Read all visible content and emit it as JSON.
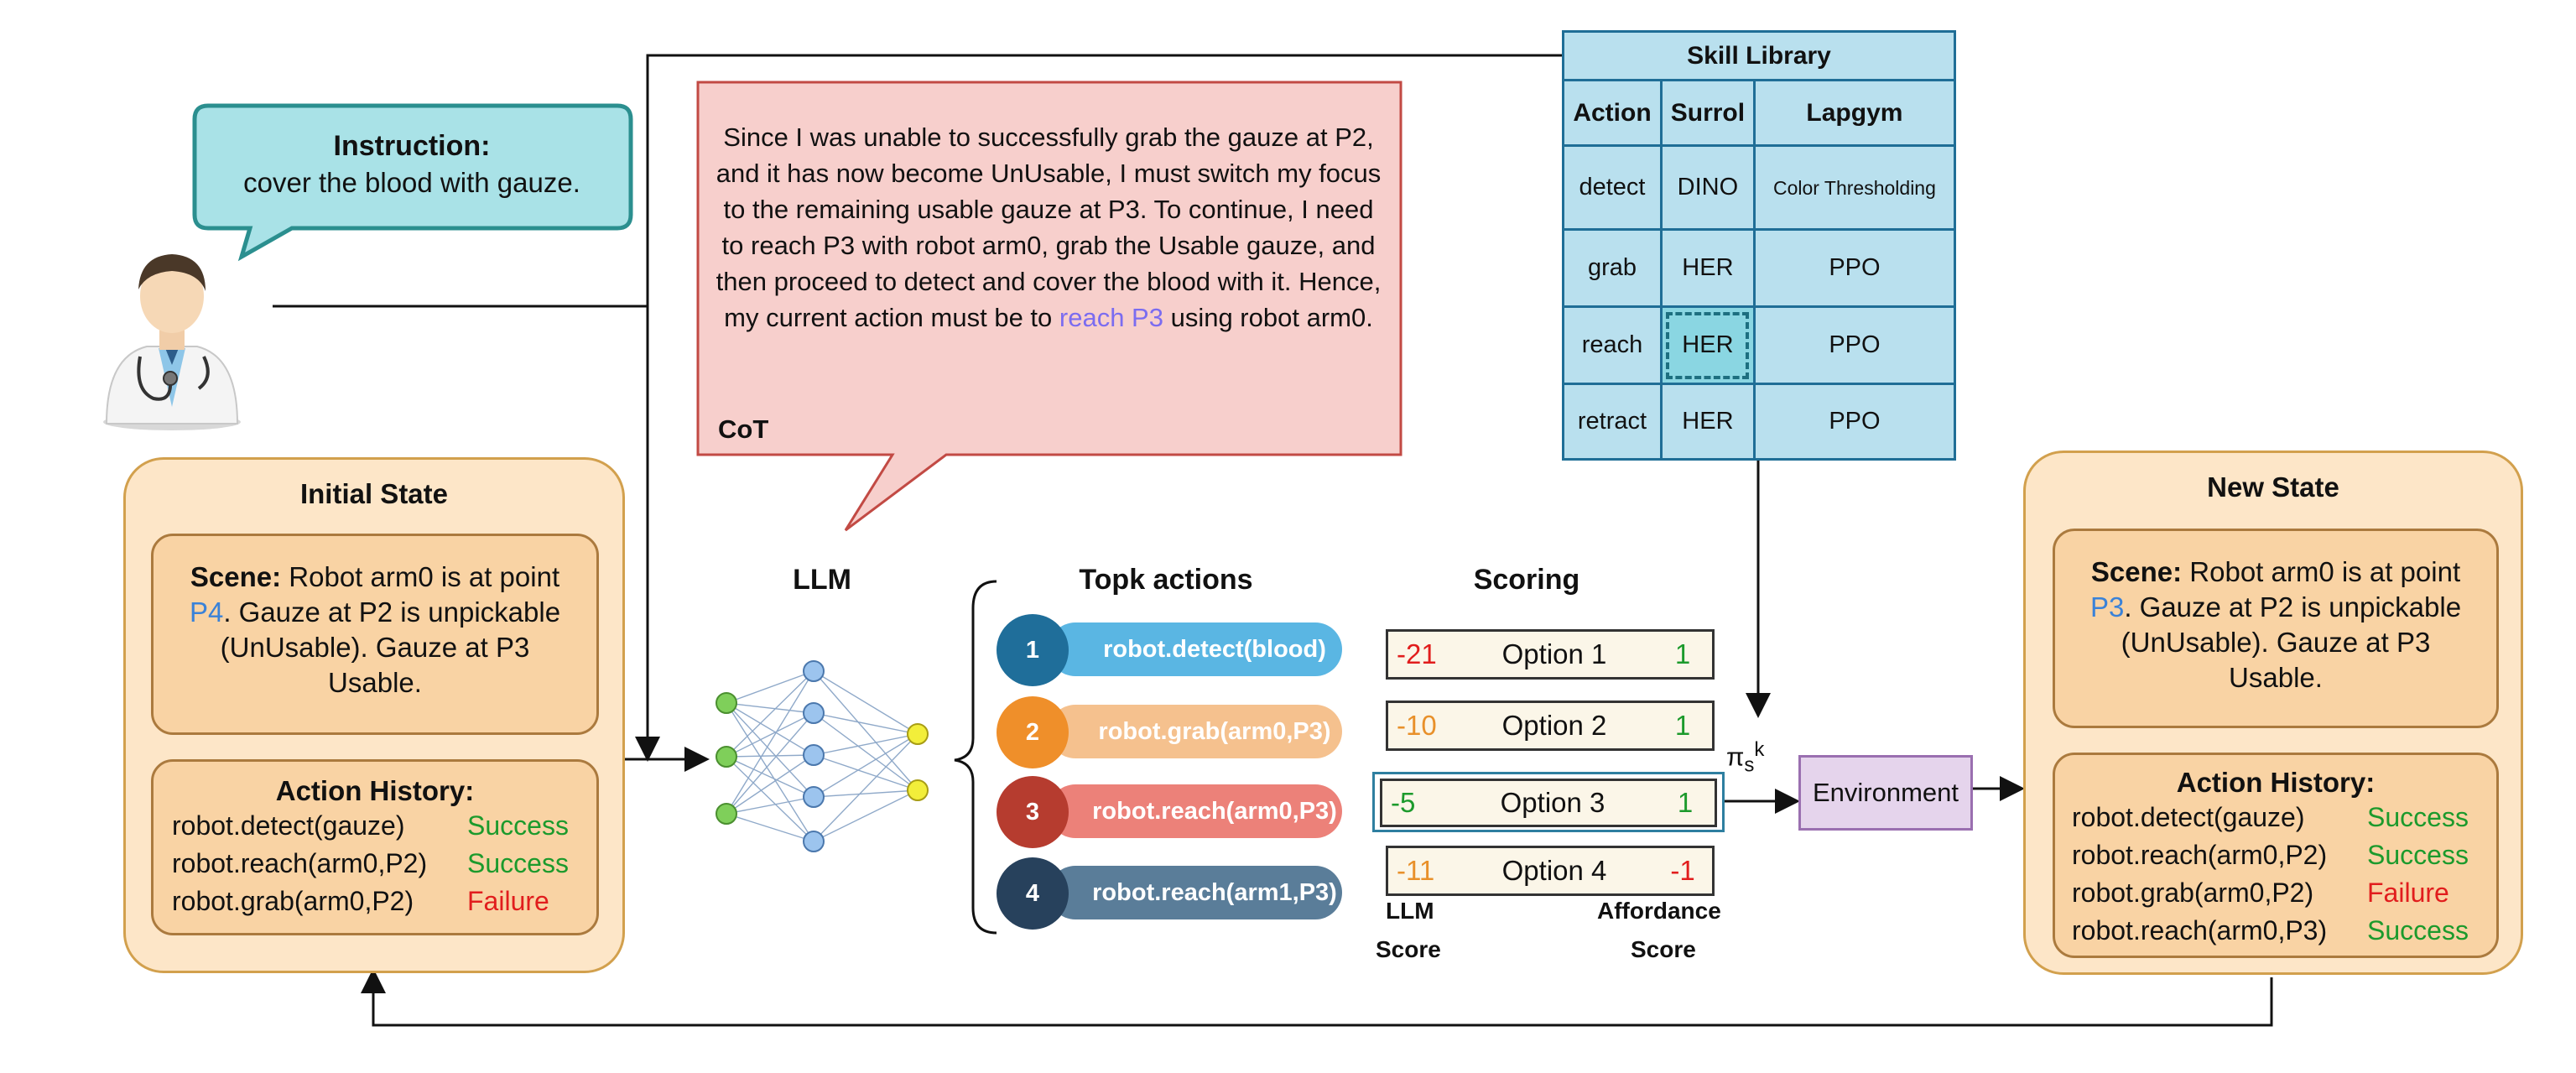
{
  "instruction": {
    "title": "Instruction:",
    "text": "cover the blood with gauze."
  },
  "cot": {
    "text_before": "Since I was unable to successfully grab the gauze at P2, and it has now become UnUsable, I must switch my focus to the remaining usable gauze at P3. To continue, I need to reach P3 with robot arm0, grab the Usable gauze, and then proceed to detect and cover the blood with it. Hence, my current action must be to ",
    "highlight": "reach P3",
    "text_after": " using robot arm0.",
    "tag": "CoT"
  },
  "skill_library": {
    "title": "Skill Library",
    "headers": [
      "Action",
      "Surrol",
      "Lapgym"
    ],
    "rows": [
      [
        "detect",
        "DINO",
        "Color Thresholding"
      ],
      [
        "grab",
        "HER",
        "PPO"
      ],
      [
        "reach",
        "HER",
        "PPO"
      ],
      [
        "retract",
        "HER",
        "PPO"
      ]
    ]
  },
  "initial_state": {
    "title": "Initial State",
    "scene_label": "Scene:",
    "scene_pre": " Robot arm0 is at point ",
    "scene_point": "P4",
    "scene_post": ". Gauze at P2 is unpickable (UnUsable). Gauze at P3 Usable.",
    "history_title": "Action History:",
    "history": [
      {
        "action": "robot.detect(gauze)",
        "status": "Success"
      },
      {
        "action": "robot.reach(arm0,P2)",
        "status": "Success"
      },
      {
        "action": "robot.grab(arm0,P2)",
        "status": "Failure"
      }
    ]
  },
  "new_state": {
    "title": "New State",
    "scene_label": "Scene:",
    "scene_pre": " Robot arm0 is at point ",
    "scene_point": "P3",
    "scene_post": ". Gauze at P2 is unpickable (UnUsable). Gauze at P3 Usable.",
    "history_title": "Action History:",
    "history": [
      {
        "action": "robot.detect(gauze)",
        "status": "Success"
      },
      {
        "action": "robot.reach(arm0,P2)",
        "status": "Success"
      },
      {
        "action": "robot.grab(arm0,P2)",
        "status": "Failure"
      },
      {
        "action": "robot.reach(arm0,P3)",
        "status": "Success"
      }
    ]
  },
  "llm_label": "LLM",
  "topk": {
    "title": "Topk actions",
    "items": [
      {
        "num": "1",
        "label": "robot.detect(blood)"
      },
      {
        "num": "2",
        "label": "robot.grab(arm0,P3)"
      },
      {
        "num": "3",
        "label": "robot.reach(arm0,P3)"
      },
      {
        "num": "4",
        "label": "robot.reach(arm1,P3)"
      }
    ]
  },
  "scoring": {
    "title": "Scoring",
    "options": [
      {
        "llm": "-21",
        "label": "Option 1",
        "aff": "1"
      },
      {
        "llm": "-10",
        "label": "Option 2",
        "aff": "1"
      },
      {
        "llm": "-5",
        "label": "Option 3",
        "aff": "1"
      },
      {
        "llm": "-11",
        "label": "Option 4",
        "aff": "-1"
      }
    ],
    "llm_score_label_1": "LLM",
    "llm_score_label_2": "Score",
    "aff_score_label_1": "Affordance",
    "aff_score_label_2": "Score"
  },
  "policy_label": {
    "base": "π",
    "sub": "s",
    "sup": "k"
  },
  "environment_label": "Environment",
  "colors": {
    "pill1": "#5ab6e3",
    "num1": "#1f6e9a",
    "pill2": "#f5c18e",
    "num2": "#ef8f2a",
    "pill3": "#ec8179",
    "num3": "#b63c2f",
    "pill4": "#5a7d99",
    "num4": "#27415c",
    "llm_neg_1": "#e11d1d",
    "llm_neg_2": "#e8902a",
    "llm_neg_3": "#1c9a2c",
    "llm_neg_4": "#e8902a",
    "aff_pos": "#1c9a2c",
    "aff_neg": "#e11d1d"
  }
}
